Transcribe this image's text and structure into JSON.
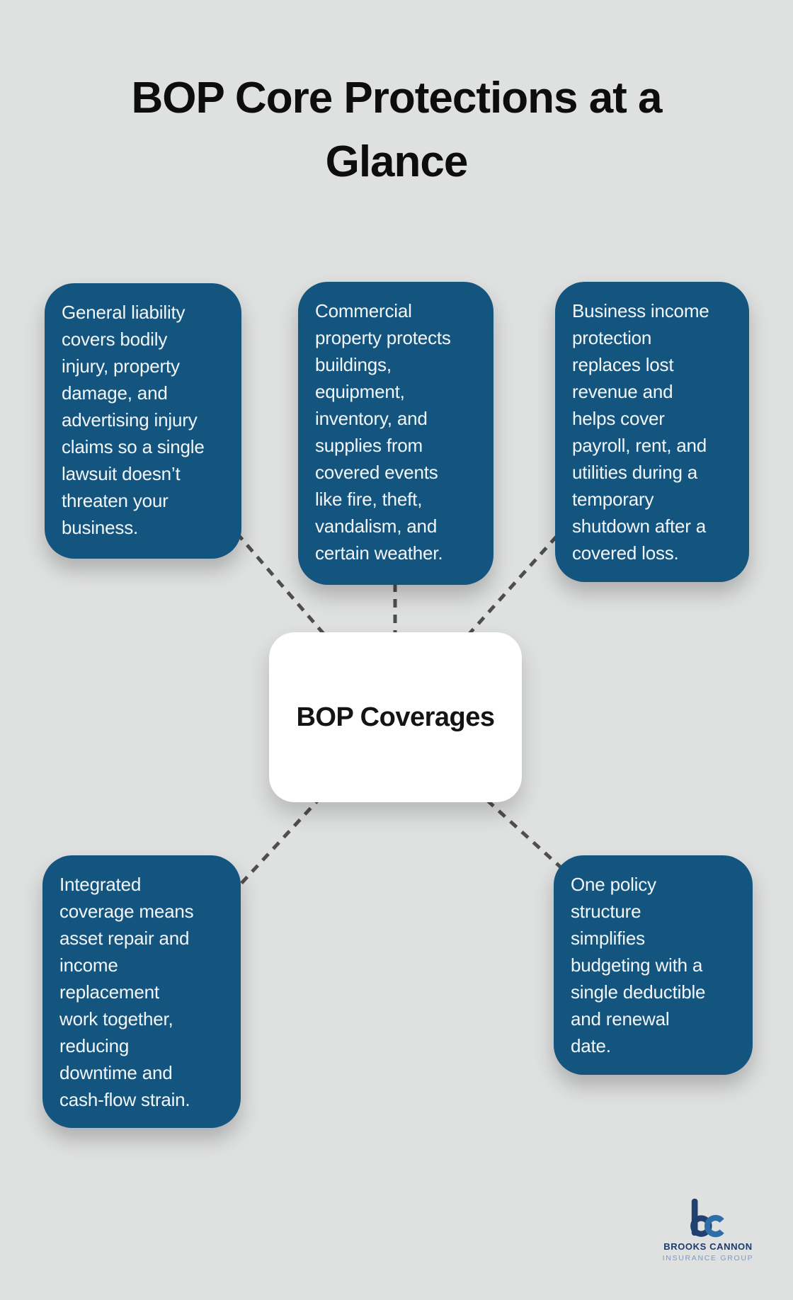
{
  "title": "BOP Core Protections at a Glance",
  "center": {
    "label": "BOP Coverages"
  },
  "cards": [
    {
      "id": "general-liability",
      "text": "General liability\ncovers bodily\ninjury, property\ndamage, and\nadvertising injury\nclaims so a single\nlawsuit doesn’t\nthreaten your\nbusiness."
    },
    {
      "id": "commercial-property",
      "text": "Commercial\nproperty protects\nbuildings,\nequipment,\ninventory, and\nsupplies from\ncovered events\nlike fire, theft,\nvandalism, and\ncertain weather."
    },
    {
      "id": "business-income",
      "text": "Business income\nprotection\nreplaces lost\nrevenue and\nhelps cover\npayroll, rent, and\nutilities during a\ntemporary\nshutdown after a\ncovered loss."
    },
    {
      "id": "integrated-coverage",
      "text": "Integrated\ncoverage means\nasset repair and\nincome\nreplacement\nwork together,\nreducing\ndowntime and\ncash-flow strain."
    },
    {
      "id": "one-policy",
      "text": "One policy\nstructure\nsimplifies\nbudgeting with a\nsingle deductible\nand renewal\ndate."
    }
  ],
  "logo": {
    "monogram": "bc",
    "name": "BROOKS CANNON",
    "tagline": "INSURANCE GROUP"
  },
  "colors": {
    "background": "#dfe0e0",
    "card_blue": "#145580",
    "card_text": "#f2f6f8",
    "title_text": "#0d0d0d",
    "dash_gray": "#4e4e4e",
    "logo_navy": "#1d3a6b",
    "logo_steel": "#2e6da6",
    "logo_light_blue": "#7b9cc3"
  }
}
